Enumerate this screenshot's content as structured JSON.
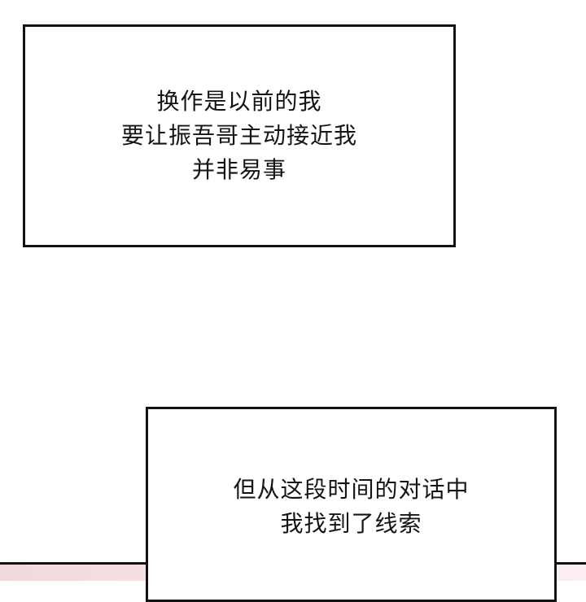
{
  "panel": {
    "background_color": "#ffffff",
    "border_color": "#111111",
    "bottom_tint_color": "#f4dde0"
  },
  "captions": [
    {
      "lines": [
        "换作是以前的我",
        "要让振吾哥主动接近我",
        "并非易事"
      ]
    },
    {
      "lines": [
        "但从这段时间的对话中",
        "我找到了线索"
      ]
    }
  ]
}
